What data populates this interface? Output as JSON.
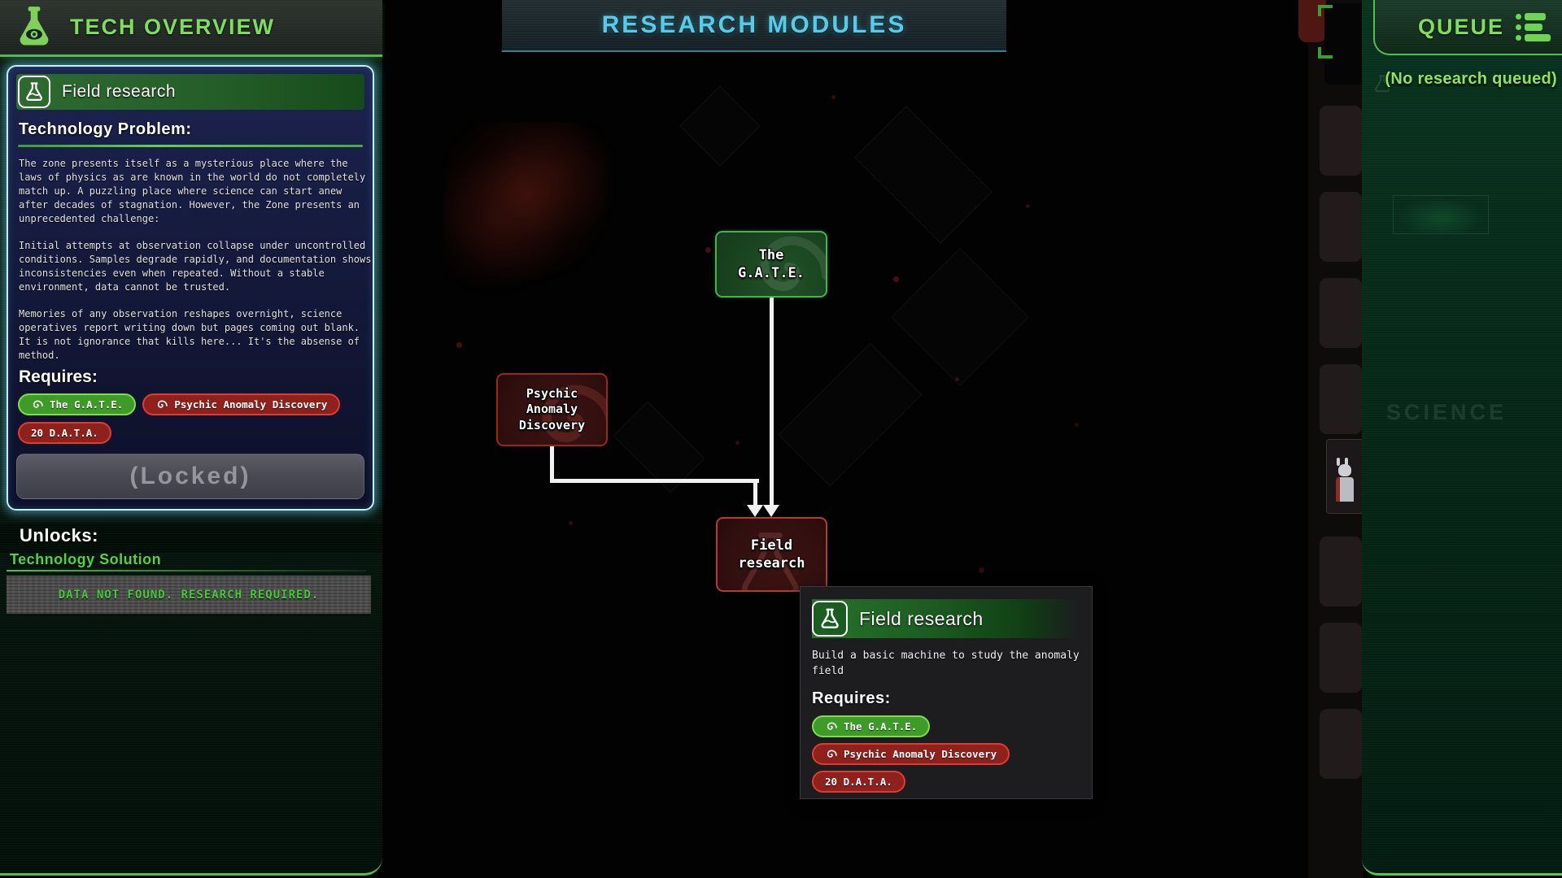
{
  "tech_overview": {
    "title": "TECH OVERVIEW",
    "card": {
      "title": "Field research",
      "problem_heading": "Technology Problem:",
      "paragraphs": [
        "The zone presents itself as a mysterious place where the laws of physics as are known in the world do not completely match up. A puzzling place where science can start anew after decades of stagnation. However, the Zone presents an unprecedented challenge:",
        "Initial attempts at observation collapse under uncontrolled conditions. Samples degrade rapidly, and documentation shows inconsistencies even when repeated. Without a stable environment, data cannot be trusted.",
        "Memories of any observation reshapes overnight, science operatives report writing down but pages coming out blank. It is not ignorance that kills here... It's the absense of method."
      ],
      "requires_label": "Requires:",
      "action_label": "(Locked)"
    },
    "unlocks": {
      "heading": "Unlocks:",
      "subheading": "Technology Solution",
      "not_found_message": "DATA NOT FOUND. RESEARCH REQUIRED."
    }
  },
  "requirements": [
    {
      "label": "The G.A.T.E.",
      "status": "met"
    },
    {
      "label": "Psychic Anomaly Discovery",
      "status": "unmet"
    },
    {
      "label": "20 D.A.T.A.",
      "status": "unmet"
    }
  ],
  "tree": {
    "title": "RESEARCH MODULES",
    "nodes": [
      {
        "id": "the-gate",
        "lines": [
          "The",
          "G.A.T.E."
        ],
        "status": "researched"
      },
      {
        "id": "psychic-anomaly-discovery",
        "lines": [
          "Psychic",
          "Anomaly",
          "Discovery"
        ],
        "status": "locked"
      },
      {
        "id": "field-research",
        "lines": [
          "Field",
          "research"
        ],
        "status": "locked"
      }
    ]
  },
  "tooltip": {
    "title": "Field research",
    "description": "Build a basic machine to study the anomaly field",
    "requires_label": "Requires:"
  },
  "queue": {
    "title": "QUEUE",
    "empty_message": "(No research queued)",
    "ghost_label": "SCIENCE"
  },
  "colors": {
    "accent_green": "#7ede5c",
    "accent_cyan": "#54cbea",
    "met_badge_bg": "#3f9b28",
    "met_badge_border": "#7edc4e",
    "unmet_badge_bg": "#8f211d",
    "unmet_badge_border": "#dd3d31",
    "locked_text": "#95959d"
  }
}
